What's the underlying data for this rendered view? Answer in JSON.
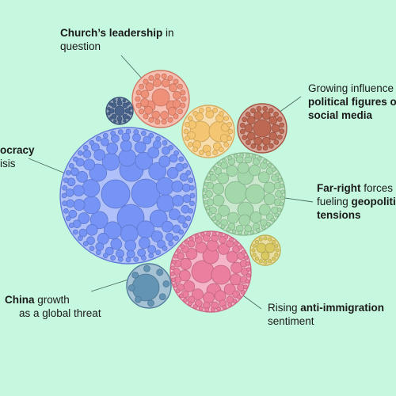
{
  "labels": {
    "church": {
      "bold": "Church’s leadership",
      "rest": " in",
      "line2": "question"
    },
    "influencers": {
      "rest": "Growing influence",
      "line2": "political figures o",
      "line3": "social media"
    },
    "democracy": {
      "line1": "ocracy",
      "line2": "isis"
    },
    "farright": {
      "bold": "Far-right",
      "rest": " forces",
      "line2_rest": "fueling ",
      "line2_bold": "geopoliti",
      "line3_bold": "tensions"
    },
    "china": {
      "bold": "China",
      "rest": " growth",
      "line2": "as a global threat"
    },
    "immigration": {
      "rest": "Rising ",
      "bold": "anti-immigration",
      "line2": "sentiment"
    }
  },
  "colors": {
    "background": "#c6f7df",
    "democracy": "#6f8ef4",
    "church": "#ee8a72",
    "influencers": "#b8604a",
    "yellow_top": "#f4c36a",
    "farright": "#9ed6a6",
    "yellow_small": "#d8c558",
    "immigration": "#e9789a",
    "china": "#5b8eb0",
    "navy_small": "#3e5b86"
  }
}
